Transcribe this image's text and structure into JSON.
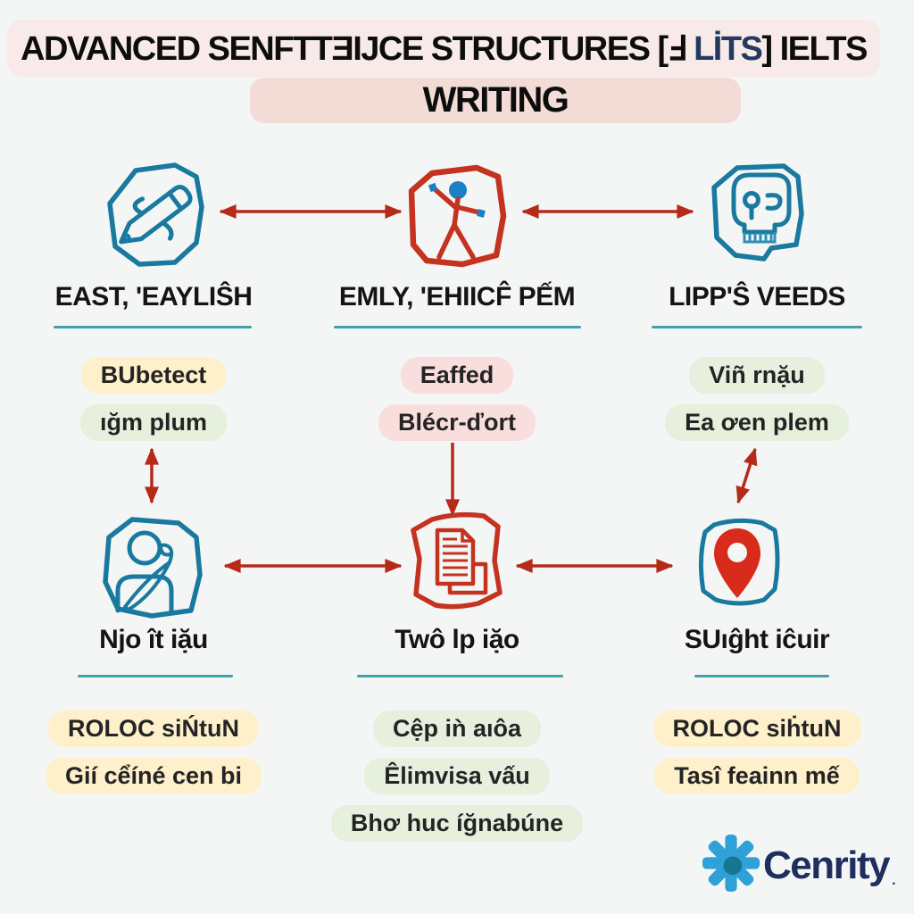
{
  "title": {
    "line1_pre": "ADVANCED SENFTTƎIJCE STRUCTURES [Ⅎ ",
    "line1_accent": "LİTS",
    "line1_post": "] IELTS",
    "line2": "WRITING"
  },
  "row1": {
    "columns": [
      {
        "icon": "pen-icon",
        "label": "EAST, 'EAYLIŜH",
        "pills": [
          "BUbetect",
          "ığm plum"
        ]
      },
      {
        "icon": "stick-figure-icon",
        "label": "EMLY, 'EHIICF̂ PẾM",
        "pills": [
          "Eaffed",
          "Blécr-ďort"
        ]
      },
      {
        "icon": "skull-icon",
        "label": "LIPP'Ŝ VEEDS",
        "pills": [
          "Viñ rnặu",
          "Ea ơen plem"
        ]
      }
    ]
  },
  "row2": {
    "columns": [
      {
        "icon": "writer-icon",
        "label": "Njo ît iặu",
        "pills": [
          "ROLOC siŃtuN",
          "Gií cểíné cen bi"
        ]
      },
      {
        "icon": "document-icon",
        "label": "Twô lp iặo",
        "pills": [
          "Cệp iǹ aıôa",
          "Êlimvisa vấu",
          "Bhơ huc íğnabúne"
        ]
      },
      {
        "icon": "map-pin-icon",
        "label": "SUıĝht iĉuir",
        "pills": [
          "ROLOC siḣtuN",
          "Tasî feainn mế"
        ]
      }
    ]
  },
  "logo": {
    "icon": "starburst-logo-icon",
    "text": "Cenrity",
    "suffix": "."
  },
  "colors": {
    "background": "#f4f6f5",
    "title_band1": "#f8eae8",
    "title_band2": "#f3dcd6",
    "accent_navy": "#223a60",
    "teal": "#19799f",
    "red": "#c4331f",
    "arrow_red": "#b62a1a",
    "underline_teal": "#43a0a8",
    "pill_yellow": "#fdf0cb",
    "pill_green": "#e6f0dc",
    "pill_pink": "#f8dedd",
    "pin_red": "#d92b1b",
    "figure_blue": "#1b7fc6",
    "logo_navy": "#1e2f5e",
    "logo_blue": "#2fa0d8"
  }
}
